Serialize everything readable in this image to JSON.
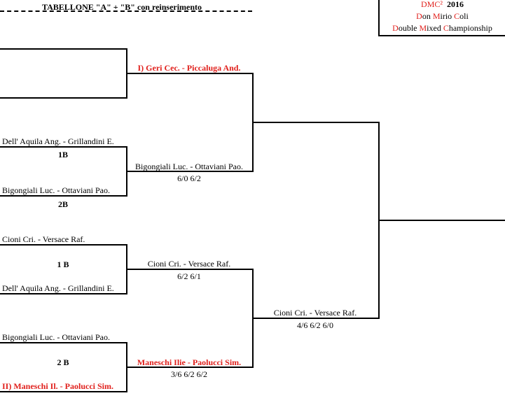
{
  "header": {
    "title": "TABELLONE  \"A\" + \"B\" con reinserimento"
  },
  "logo": {
    "dmc": "DMC²",
    "year": "2016",
    "line2": [
      "D",
      "on ",
      "M",
      "irio ",
      "C",
      "oli"
    ],
    "line3": [
      "D",
      "ouble ",
      "M",
      "ixed ",
      "C",
      "hampionship"
    ],
    "accent": "#e0201c"
  },
  "round1": {
    "match2": {
      "top": "Dell' Aquila Ang. - Grillandini E.",
      "top_seed": "1B",
      "bottom": "Bigongiali Luc. - Ottaviani Pao.",
      "bottom_seed": "2B"
    },
    "match3": {
      "top": "Cioni Cri. - Versace Raf.",
      "seed": "1 B",
      "bottom": "Dell' Aquila Ang. - Grillandini E."
    },
    "match4": {
      "top": "Bigongiali Luc. - Ottaviani Pao.",
      "seed": "2 B",
      "bottom": "II) Maneschi Il. - Paolucci Sim."
    }
  },
  "round2": {
    "w1": {
      "name": "I) Geri Cec. - Piccaluga And."
    },
    "w2": {
      "name": "Bigongiali Luc. - Ottaviani Pao.",
      "score": "6/0  6/2"
    },
    "w3": {
      "name": "Cioni Cri. - Versace Raf.",
      "score": "6/2  6/1"
    },
    "w4": {
      "name": "Maneschi Ilie - Paolucci Sim.",
      "score": "3/6  6/2  6/2"
    }
  },
  "round3": {
    "w2": {
      "name": "Cioni Cri. - Versace Raf.",
      "score": "4/6  6/2  6/0"
    }
  }
}
